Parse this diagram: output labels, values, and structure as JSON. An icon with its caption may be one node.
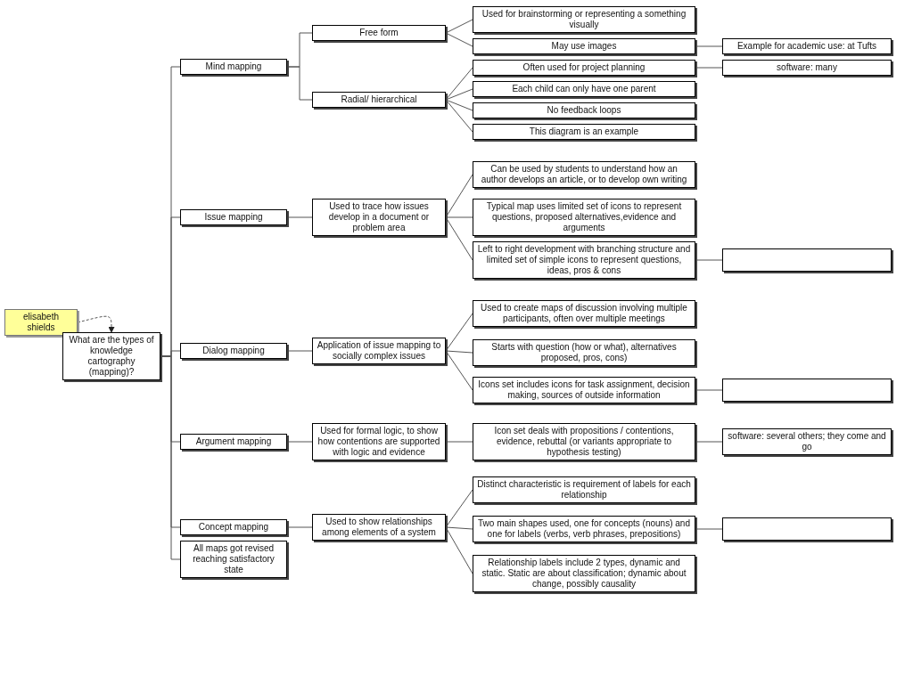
{
  "diagram": {
    "nodes": [
      {
        "text": [
          "elisabeth shields"
        ]
      },
      {
        "text": [
          "What are the types of knowledge cartography (mapping)?"
        ]
      },
      {
        "text": [
          "Mind mapping"
        ]
      },
      {
        "text": [
          "Free form"
        ]
      },
      {
        "text": [
          "Used for brainstorming or representing a something visually"
        ]
      },
      {
        "text": [
          "May use images"
        ]
      },
      {
        "text": [
          "Example for academic use: at Tufts"
        ]
      },
      {
        "text": [
          "Radial/ hierarchical"
        ]
      },
      {
        "text": [
          "Often used for project planning"
        ]
      },
      {
        "text": [
          "software: many"
        ]
      },
      {
        "text": [
          "Each child can only have one parent"
        ]
      },
      {
        "text": [
          "No feedback loops"
        ]
      },
      {
        "text": [
          "This diagram is an example"
        ]
      },
      {
        "text": [
          "Issue mapping"
        ]
      },
      {
        "text": [
          "Used to trace how issues develop in a document or problem area"
        ]
      },
      {
        "text": [
          "Can be used by students to understand how an author develops an article, or to develop own writing"
        ]
      },
      {
        "text": [
          "Typical map uses limited set of icons to represent questions, proposed alternatives,evidence and arguments"
        ]
      },
      {
        "text": [
          "Left to right development with branching structure and limited set of simple icons to represent questions, ideas, pros & cons"
        ]
      },
      {
        "text": [],
        "shape": "box"
      },
      {
        "text": [
          "Dialog mapping"
        ]
      },
      {
        "text": [
          "Application of issue mapping to socially complex issues"
        ]
      },
      {
        "text": [
          "Used to create maps of discussion involving multiple participants, often over multiple meetings"
        ]
      },
      {
        "text": [
          "Starts with question (how or what), alternatives proposed, pros, cons)"
        ]
      },
      {
        "text": [
          "Icons set includes icons for task assignment, decision making, sources of outside information"
        ]
      },
      {
        "text": [],
        "shape": "box"
      },
      {
        "text": [
          "Argument mapping"
        ]
      },
      {
        "text": [
          "Used for formal logic, to show how contentions are supported with logic and evidence"
        ]
      },
      {
        "text": [
          "Icon set deals with propositions / contentions, evidence, rebuttal (or variants appropriate to hypothesis testing)"
        ]
      },
      {
        "text": [
          "software: several others; they come and go"
        ]
      },
      {
        "text": [
          "Concept mapping"
        ]
      },
      {
        "text": [
          "Used to show relationships among elements of a system"
        ]
      },
      {
        "text": [
          "Distinct characteristic is requirement of labels for each relationship"
        ]
      },
      {
        "text": [
          "Two main shapes used, one for concepts (nouns) and one for labels (verbs, verb phrases, prepositions)"
        ]
      },
      {
        "text": [],
        "shape": "box"
      },
      {
        "text": [
          "Relationship labels include 2 types, dynamic and static. Static are about classification; dynamic about change, possibly causality"
        ]
      },
      {
        "text": [
          "All maps got revised reaching satisfactory state"
        ]
      }
    ],
    "edges": [
      {
        "from": 0,
        "to": 1,
        "arrow": "to",
        "style": "dashed"
      },
      {
        "from": 1,
        "to": 2,
        "arrow": "none"
      },
      {
        "from": 1,
        "to": 13,
        "arrow": "none"
      },
      {
        "from": 1,
        "to": 19,
        "arrow": "none"
      },
      {
        "from": 1,
        "to": 25,
        "arrow": "none"
      },
      {
        "from": 1,
        "to": 29,
        "arrow": "none"
      },
      {
        "from": 1,
        "to": 35,
        "arrow": "none"
      },
      {
        "from": 2,
        "to": 3,
        "arrow": "none"
      },
      {
        "from": 2,
        "to": 7,
        "arrow": "none"
      },
      {
        "from": 3,
        "to": 4,
        "arrow": "none"
      },
      {
        "from": 3,
        "to": 5,
        "arrow": "none"
      },
      {
        "from": 5,
        "to": 6,
        "arrow": "none"
      },
      {
        "from": 7,
        "to": 8,
        "arrow": "none"
      },
      {
        "from": 7,
        "to": 10,
        "arrow": "none"
      },
      {
        "from": 7,
        "to": 11,
        "arrow": "none"
      },
      {
        "from": 7,
        "to": 12,
        "arrow": "none"
      },
      {
        "from": 8,
        "to": 9,
        "arrow": "none"
      },
      {
        "from": 13,
        "to": 14,
        "arrow": "none"
      },
      {
        "from": 14,
        "to": 15,
        "arrow": "none"
      },
      {
        "from": 14,
        "to": 16,
        "arrow": "none"
      },
      {
        "from": 14,
        "to": 17,
        "arrow": "none"
      },
      {
        "from": 17,
        "to": 18,
        "arrow": "none"
      },
      {
        "from": 19,
        "to": 20,
        "arrow": "none"
      },
      {
        "from": 20,
        "to": 21,
        "arrow": "none"
      },
      {
        "from": 20,
        "to": 22,
        "arrow": "none"
      },
      {
        "from": 20,
        "to": 23,
        "arrow": "none"
      },
      {
        "from": 23,
        "to": 24,
        "arrow": "none"
      },
      {
        "from": 25,
        "to": 26,
        "arrow": "none"
      },
      {
        "from": 26,
        "to": 27,
        "arrow": "none"
      },
      {
        "from": 27,
        "to": 28,
        "arrow": "none"
      },
      {
        "from": 29,
        "to": 30,
        "arrow": "none"
      },
      {
        "from": 30,
        "to": 31,
        "arrow": "none"
      },
      {
        "from": 30,
        "to": 32,
        "arrow": "none"
      },
      {
        "from": 30,
        "to": 34,
        "arrow": "none"
      },
      {
        "from": 32,
        "to": 33,
        "arrow": "none"
      }
    ]
  }
}
